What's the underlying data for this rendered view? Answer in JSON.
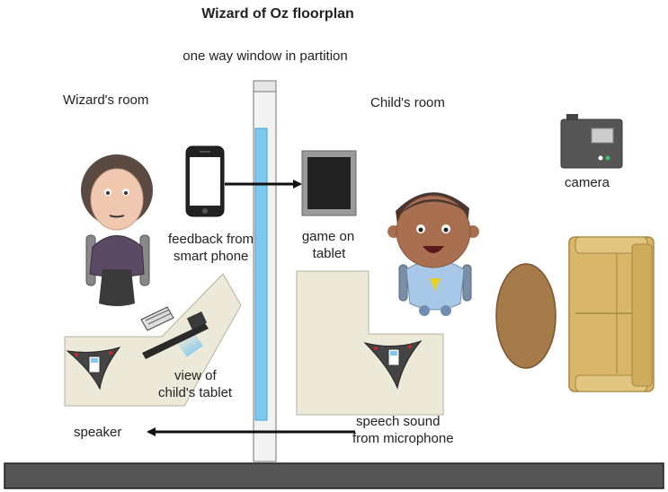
{
  "title": "Wizard of Oz floorplan",
  "labels": {
    "window": "one way window in partition",
    "wizard_room": "Wizard's room",
    "child_room": "Child's room",
    "camera": "camera",
    "feedback_line1": "feedback from",
    "feedback_line2": "smart phone",
    "game_line1": "game on",
    "game_line2": "tablet",
    "view_line1": "view of",
    "view_line2": "child's tablet",
    "speaker": "speaker",
    "speech_line1": "speech sound",
    "speech_line2": "from microphone"
  },
  "colors": {
    "window_glass": "#7cc8ef",
    "table": "#ece9d8",
    "sofa": "#d8b66a",
    "rug": "#a77a4a",
    "floor": "#555555",
    "wizard_skin": "#f0c8b0",
    "child_skin": "#a87050",
    "child_shirt": "#a8c8e8"
  },
  "icons": [
    "camera-icon",
    "smartphone-icon",
    "tablet-icon",
    "laptop-icon",
    "keyboard-icon",
    "speakerphone-icon",
    "arrow-right-icon",
    "arrow-left-icon",
    "sofa-icon",
    "rug-icon",
    "wizard-person-icon",
    "child-person-icon",
    "wheelchair-icon"
  ]
}
